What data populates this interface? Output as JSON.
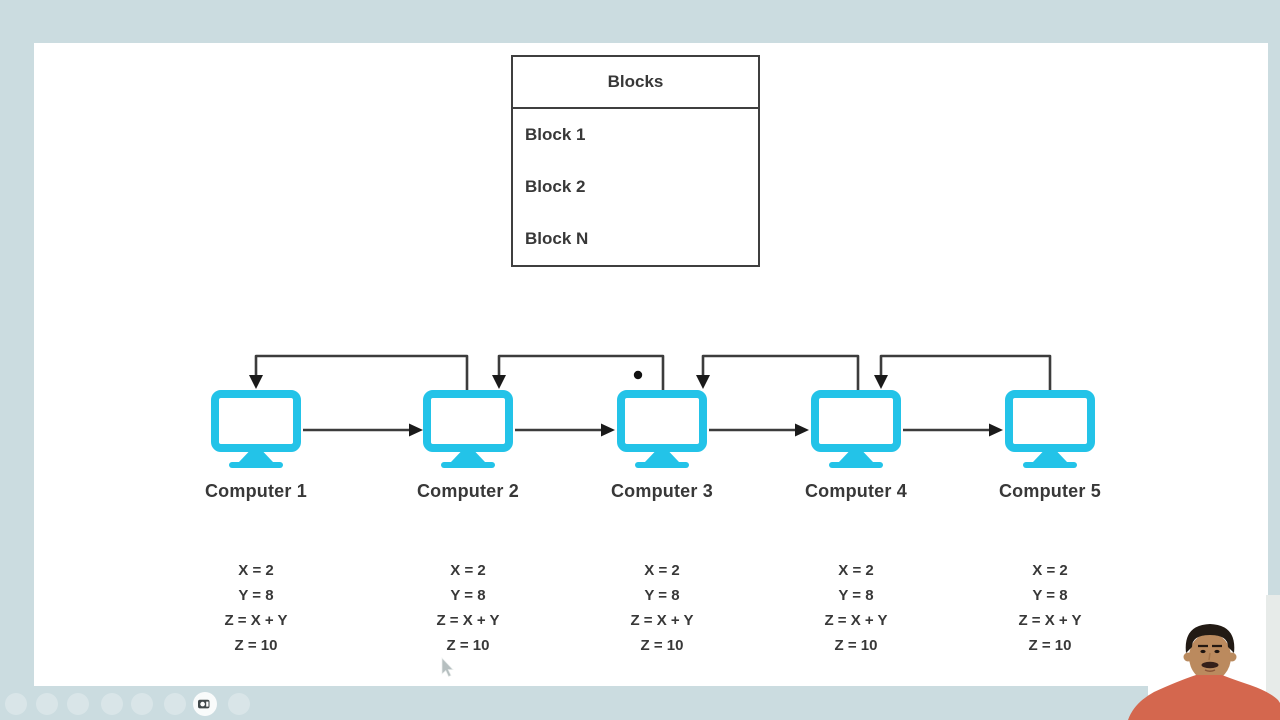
{
  "colors": {
    "frame-bg": "#cbdce0",
    "monitor": "#23c3e8",
    "wire": "#3c3c3c",
    "text": "#383838",
    "table-border": "#3f3f3f",
    "shirt": "#d4674e",
    "skin": "#bb8a5e",
    "hair": "#221a14"
  },
  "blocks_table": {
    "header": "Blocks",
    "rows": [
      "Block 1",
      "Block 2",
      "Block N"
    ]
  },
  "computers": [
    {
      "label": "Computer 1",
      "equations": [
        "X = 2",
        "Y = 8",
        "Z = X + Y",
        "Z = 10"
      ]
    },
    {
      "label": "Computer 2",
      "equations": [
        "X = 2",
        "Y = 8",
        "Z = X + Y",
        "Z = 10"
      ]
    },
    {
      "label": "Computer 3",
      "equations": [
        "X = 2",
        "Y = 8",
        "Z = X + Y",
        "Z = 10"
      ]
    },
    {
      "label": "Computer 4",
      "equations": [
        "X = 2",
        "Y = 8",
        "Z = X + Y",
        "Z = 10"
      ]
    },
    {
      "label": "Computer 5",
      "equations": [
        "X = 2",
        "Y = 8",
        "Z = X + Y",
        "Z = 10"
      ]
    }
  ],
  "connections": {
    "forward_arrows": [
      "Computer 1 → Computer 2",
      "Computer 2 → Computer 3",
      "Computer 3 → Computer 4",
      "Computer 4 → Computer 5"
    ],
    "back_loops": [
      "Computer 2 → Computer 1",
      "Computer 3 → Computer 2",
      "Computer 4 → Computer 3",
      "Computer 5 → Computer 4"
    ]
  },
  "toolbar": {
    "icons": [
      {
        "name": "faded-control-icon"
      },
      {
        "name": "faded-control-icon"
      },
      {
        "name": "faded-control-icon"
      },
      {
        "name": "faded-control-icon"
      },
      {
        "name": "faded-control-icon"
      },
      {
        "name": "faded-control-icon"
      },
      {
        "name": "video-camera-icon"
      },
      {
        "name": "faded-control-icon"
      }
    ]
  },
  "webcam": {
    "description": "presenter-video"
  }
}
